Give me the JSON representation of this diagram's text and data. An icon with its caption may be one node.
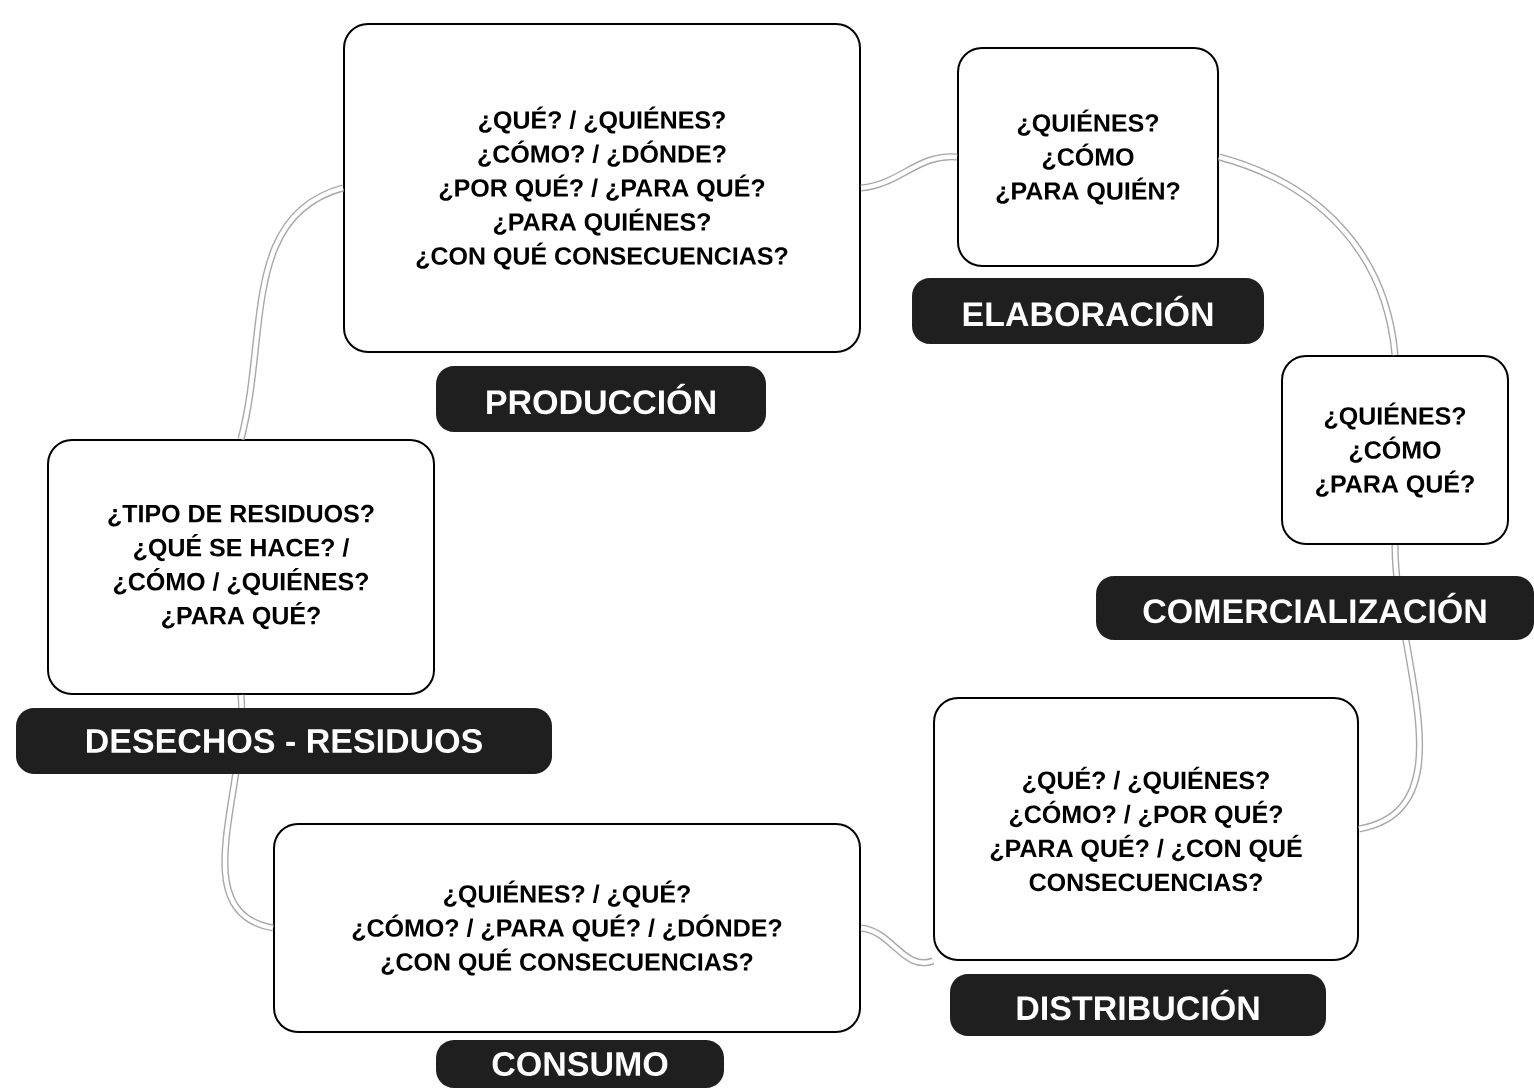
{
  "diagram": {
    "nodes": [
      {
        "text": [
          "¿QUÉ? / ¿QUIÉNES?",
          "¿CÓMO?  / ¿DÓNDE?",
          "¿POR QUÉ? / ¿PARA QUÉ?",
          "¿PARA QUIÉNES?",
          "¿CON QUÉ CONSECUENCIAS?",
          "PRODUCCIÓN"
        ]
      },
      {
        "text": [
          "¿QUIÉNES?",
          "¿CÓMO",
          "¿PARA QUIÉN?",
          "ELABORACIÓN"
        ]
      },
      {
        "text": [
          "¿QUIÉNES?",
          "¿CÓMO",
          "¿PARA QUÉ?",
          "COMERCIALIZACIÓN"
        ]
      },
      {
        "text": [
          "¿QUÉ? / ¿QUIÉNES?",
          "¿CÓMO?  / ¿POR QUÉ?",
          "¿PARA QUÉ? / ¿CON QUÉ",
          "CONSECUENCIAS?",
          "DISTRIBUCIÓN"
        ]
      },
      {
        "text": [
          "¿QUIÉNES? / ¿QUÉ?",
          "¿CÓMO? / ¿PARA QUÉ? / ¿DÓNDE?",
          "¿CON QUÉ CONSECUENCIAS?",
          "CONSUMO"
        ]
      },
      {
        "text": [
          "¿TIPO DE RESIDUOS?",
          "¿QUÉ SE HACE? /",
          "¿CÓMO / ¿QUIÉNES?",
          "¿PARA QUÉ?",
          "DESECHOS - RESIDUOS"
        ]
      }
    ],
    "edges": [
      {
        "from": 0,
        "to": 1,
        "arrow": "none",
        "color": "#a8a8a8"
      },
      {
        "from": 1,
        "to": 2,
        "arrow": "none",
        "color": "#a8a8a8"
      },
      {
        "from": 2,
        "to": 3,
        "arrow": "none",
        "color": "#a8a8a8"
      },
      {
        "from": 3,
        "to": 4,
        "arrow": "none",
        "color": "#a8a8a8"
      },
      {
        "from": 4,
        "to": 5,
        "arrow": "none",
        "color": "#a8a8a8"
      },
      {
        "from": 5,
        "to": 0,
        "arrow": "none",
        "color": "#a8a8a8"
      }
    ]
  }
}
